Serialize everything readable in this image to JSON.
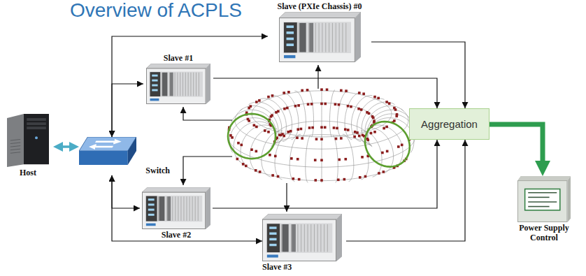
{
  "diagram": {
    "title": "Overview of ACPLS",
    "nodes": [
      {
        "text": [
          "Slave (PXIe Chassis) #0"
        ]
      },
      {
        "text": [
          "Slave #1"
        ]
      },
      {
        "text": [
          "Host"
        ]
      },
      {
        "text": [
          "Switch"
        ]
      },
      {
        "text": [
          "Aggregation"
        ]
      },
      {
        "text": [
          "Power Supply Control"
        ]
      },
      {
        "text": [
          "Slave #2"
        ]
      },
      {
        "text": [
          "Slave #3"
        ]
      }
    ],
    "edges": [
      {
        "from": 2,
        "to": 3,
        "arrow": "both"
      },
      {
        "from": 3,
        "to": 0,
        "arrow": "both"
      },
      {
        "from": 3,
        "to": 1,
        "arrow": "both"
      },
      {
        "from": 3,
        "to": 6,
        "arrow": "both"
      },
      {
        "from": 3,
        "to": 7,
        "arrow": "both"
      },
      {
        "from": 0,
        "to": 4,
        "arrow": "to"
      },
      {
        "from": 1,
        "to": 4,
        "arrow": "to"
      },
      {
        "from": 6,
        "to": 4,
        "arrow": "to"
      },
      {
        "from": 7,
        "to": 4,
        "arrow": "to"
      },
      {
        "from": 4,
        "to": 5,
        "arrow": "to"
      }
    ]
  }
}
